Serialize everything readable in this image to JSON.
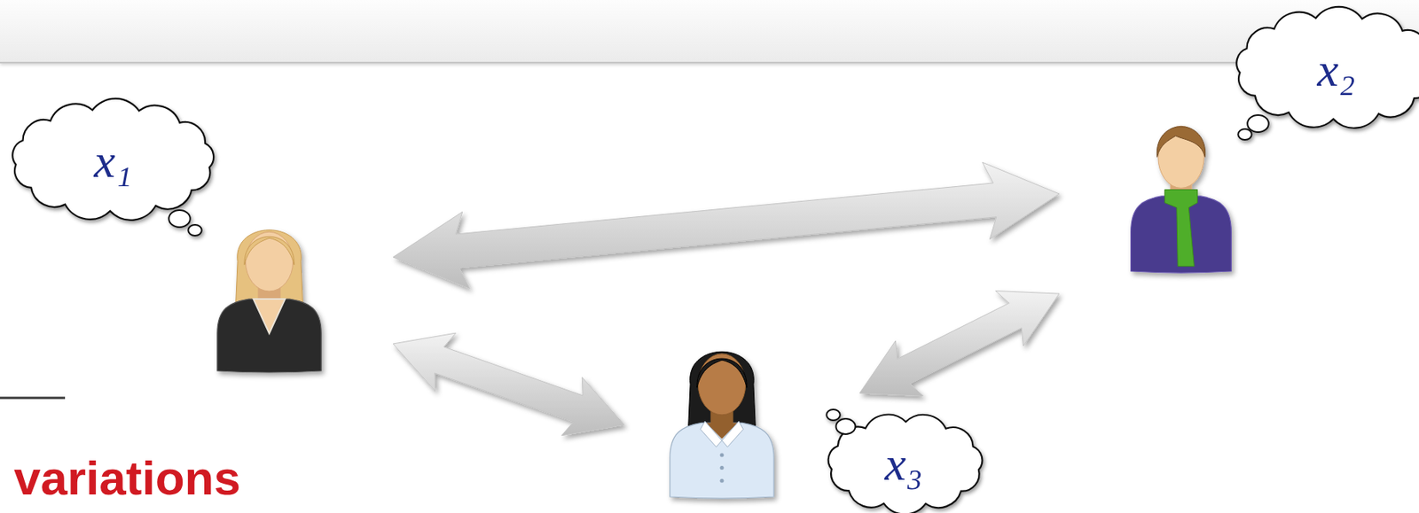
{
  "diagram": {
    "nodes": [
      {
        "text": [
          "x₁"
        ]
      },
      {
        "text": [
          "x₂"
        ]
      },
      {
        "text": [
          "x₃"
        ]
      }
    ],
    "edges": [
      {
        "from": 0,
        "to": 1,
        "arrow": "both"
      },
      {
        "from": 0,
        "to": 2,
        "arrow": "both"
      },
      {
        "from": 2,
        "to": 1,
        "arrow": "both"
      }
    ],
    "labels": [
      "variations"
    ]
  }
}
